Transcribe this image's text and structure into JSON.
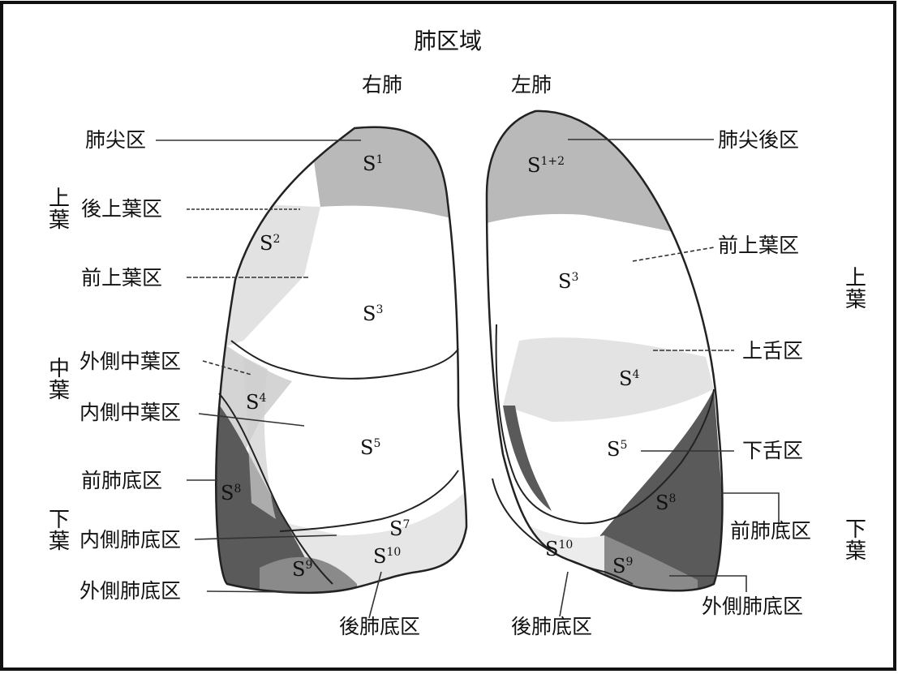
{
  "title": "肺区域",
  "right_lung": {
    "name": "右肺",
    "lobes": {
      "upper": "上葉",
      "middle": "中葉",
      "lower": "下葉"
    },
    "segment_labels": {
      "apical": "肺尖区",
      "posterior": "後上葉区",
      "anterior": "前上葉区",
      "lateral_middle": "外側中葉区",
      "medial_middle": "内側中葉区",
      "anterior_basal": "前肺底区",
      "medial_basal": "内側肺底区",
      "lateral_basal": "外側肺底区",
      "posterior_basal": "後肺底区"
    },
    "segments": [
      {
        "base": "S",
        "sup": "1"
      },
      {
        "base": "S",
        "sup": "2"
      },
      {
        "base": "S",
        "sup": "3"
      },
      {
        "base": "S",
        "sup": "4"
      },
      {
        "base": "S",
        "sup": "5"
      },
      {
        "base": "S",
        "sup": "8"
      },
      {
        "base": "S",
        "sup": "7"
      },
      {
        "base": "S",
        "sup": "9"
      },
      {
        "base": "S",
        "sup": "10"
      }
    ]
  },
  "left_lung": {
    "name": "左肺",
    "lobes": {
      "upper": "上葉",
      "lower": "下葉"
    },
    "segment_labels": {
      "apicoposterior": "肺尖後区",
      "anterior": "前上葉区",
      "superior_lingular": "上舌区",
      "inferior_lingular": "下舌区",
      "anterior_basal": "前肺底区",
      "lateral_basal": "外側肺底区",
      "posterior_basal": "後肺底区"
    },
    "segments": [
      {
        "base": "S",
        "sup": "1+2"
      },
      {
        "base": "S",
        "sup": "3"
      },
      {
        "base": "S",
        "sup": "4"
      },
      {
        "base": "S",
        "sup": "5"
      },
      {
        "base": "S",
        "sup": "8"
      },
      {
        "base": "S",
        "sup": "10"
      },
      {
        "base": "S",
        "sup": "9"
      }
    ]
  },
  "colors": {
    "upper_shade": "#b9b9b9",
    "light_shade": "#dcdcdc",
    "basal_dark": "#5a5a5a",
    "basal_mid": "#8a8a8a",
    "outline": "#222222",
    "border": "#111111"
  }
}
